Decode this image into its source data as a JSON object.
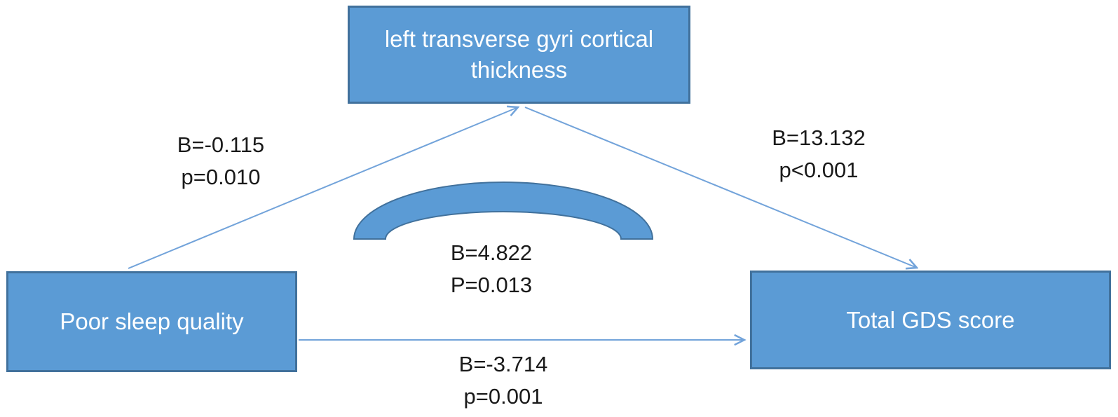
{
  "figure": {
    "type": "mediation-path-diagram",
    "nodes": {
      "mediator": {
        "label": "left transverse gyri cortical thickness"
      },
      "predictor": {
        "label": "Poor sleep quality"
      },
      "outcome": {
        "label": "Total GDS score"
      }
    },
    "paths": {
      "a": {
        "from": "predictor",
        "to": "mediator",
        "coefficient": "B=-0.115",
        "p_value": "p=0.010"
      },
      "b": {
        "from": "mediator",
        "to": "outcome",
        "coefficient": "B=13.132",
        "p_value": "p<0.001"
      },
      "direct": {
        "from": "predictor",
        "to": "outcome",
        "coefficient": "B=-3.714",
        "p_value": "p=0.001"
      },
      "indirect": {
        "from": "predictor",
        "to": "outcome",
        "coefficient": "B=4.822",
        "p_value": "P=0.013"
      }
    },
    "colors": {
      "shape_fill": "#5b9bd5",
      "shape_border": "#41719c",
      "connector": "#72a3da",
      "text_dark": "#1a1a1a",
      "text_light": "#ffffff",
      "background": "#ffffff"
    }
  }
}
